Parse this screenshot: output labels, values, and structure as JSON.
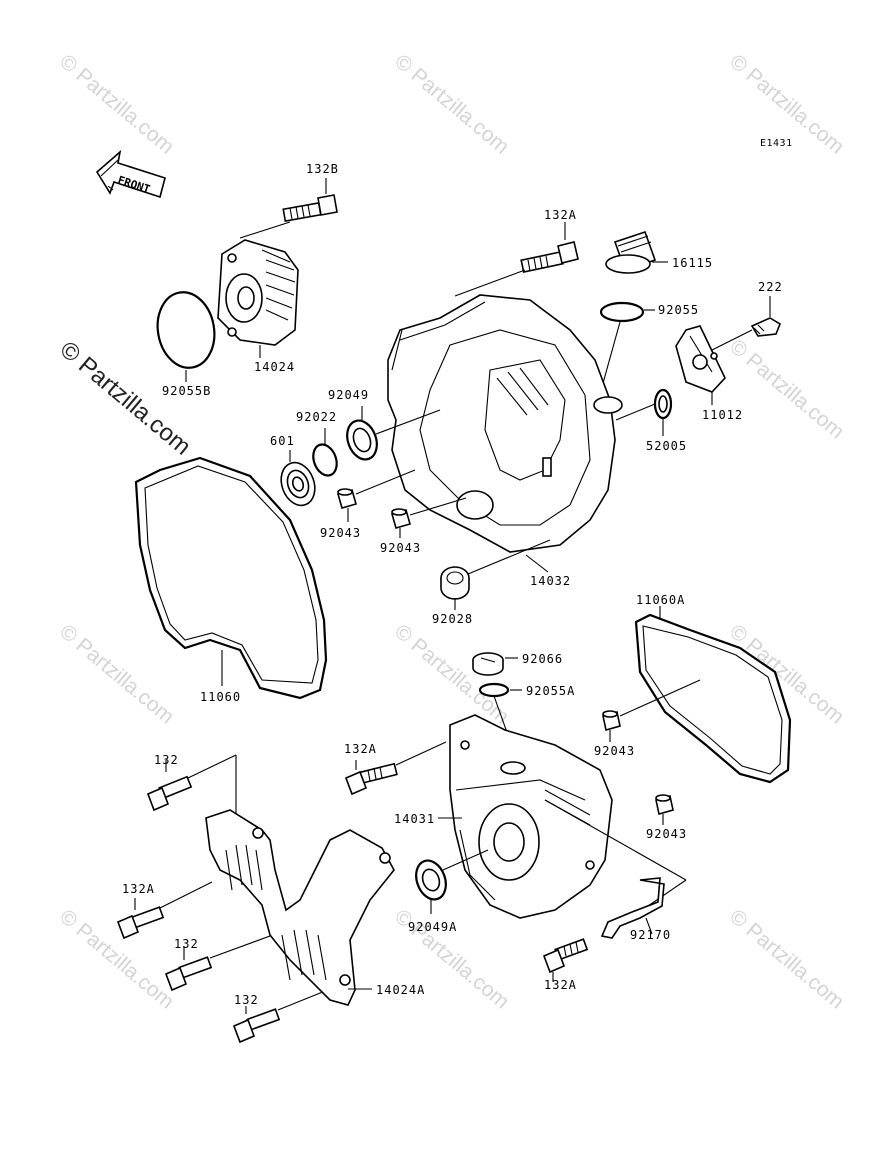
{
  "diagram": {
    "code": "E1431",
    "front_label": "FRONT",
    "watermark_text": "© Partzilla.com",
    "parts": [
      {
        "id": "132B"
      },
      {
        "id": "14024"
      },
      {
        "id": "92055B"
      },
      {
        "id": "132A"
      },
      {
        "id": "16115"
      },
      {
        "id": "92055"
      },
      {
        "id": "222"
      },
      {
        "id": "11012"
      },
      {
        "id": "52005"
      },
      {
        "id": "92049"
      },
      {
        "id": "92022"
      },
      {
        "id": "601"
      },
      {
        "id": "92043"
      },
      {
        "id": "92043"
      },
      {
        "id": "14032"
      },
      {
        "id": "92028"
      },
      {
        "id": "11060"
      },
      {
        "id": "11060A"
      },
      {
        "id": "92066"
      },
      {
        "id": "92055A"
      },
      {
        "id": "132A"
      },
      {
        "id": "92043"
      },
      {
        "id": "14031"
      },
      {
        "id": "92043"
      },
      {
        "id": "132"
      },
      {
        "id": "132A"
      },
      {
        "id": "132"
      },
      {
        "id": "132"
      },
      {
        "id": "14024A"
      },
      {
        "id": "92049A"
      },
      {
        "id": "92170"
      },
      {
        "id": "132A"
      }
    ]
  }
}
